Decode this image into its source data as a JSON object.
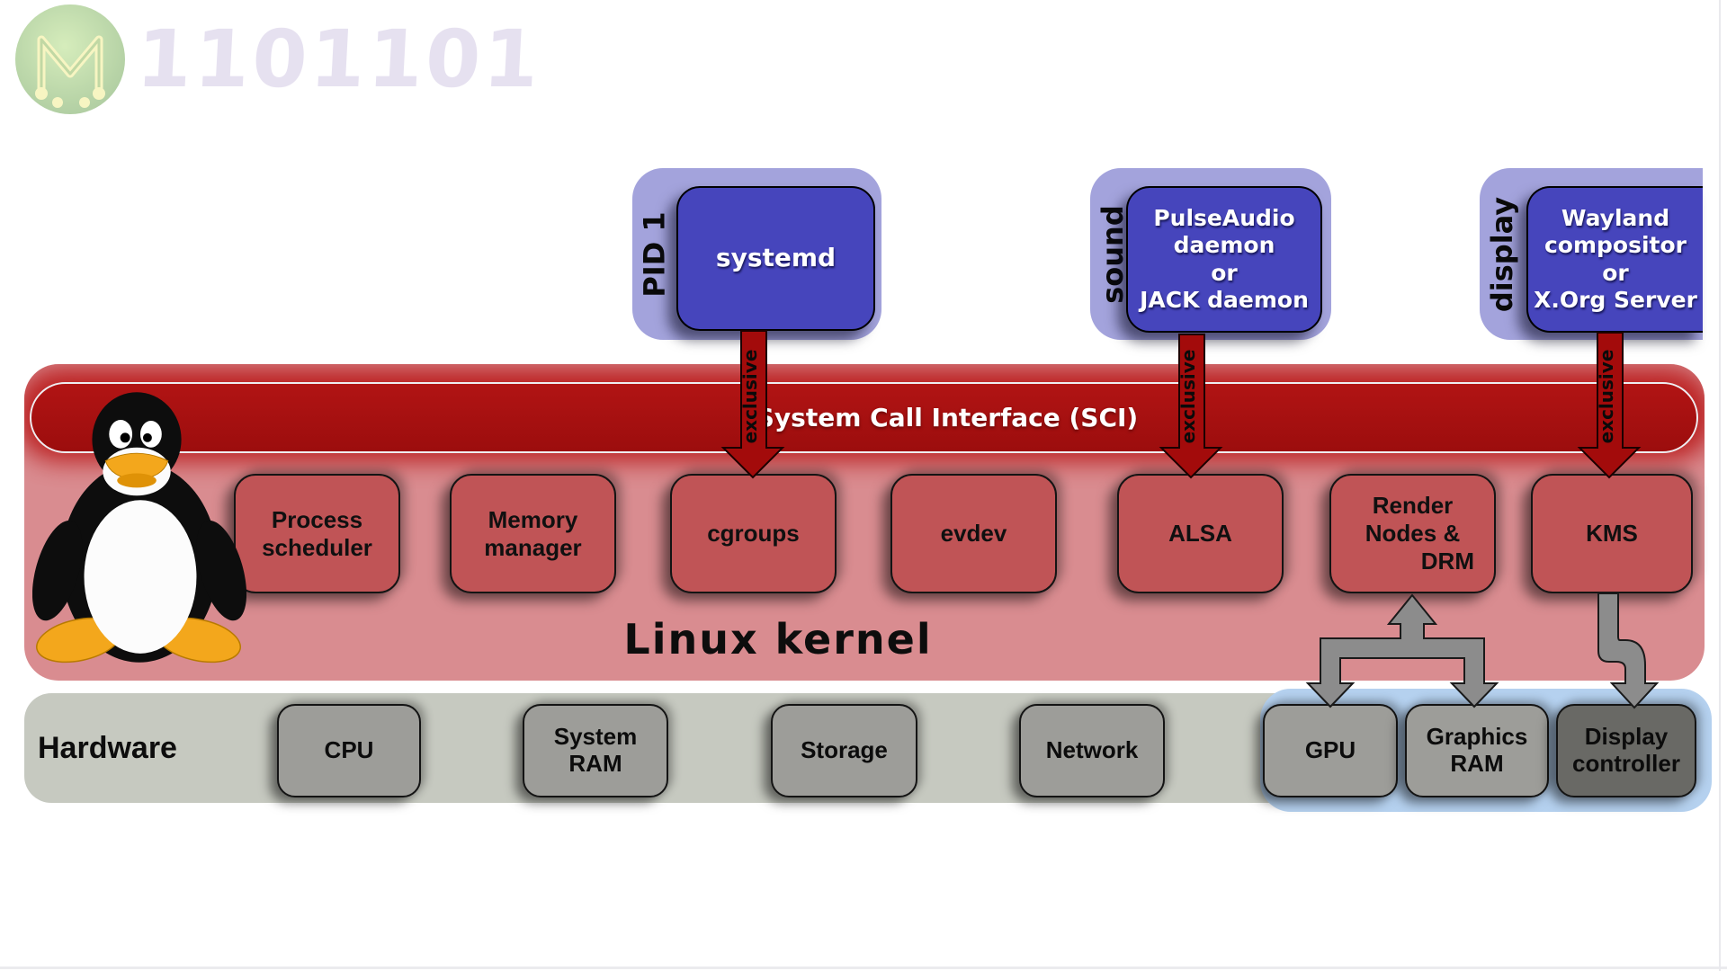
{
  "watermark": {
    "logo_letter": "M",
    "digits": "1101101"
  },
  "sci_label": "System Call Interface (SCI)",
  "exclusive_label": "exclusive",
  "top_groups": [
    {
      "side_label": "PID 1",
      "lines": [
        "systemd"
      ]
    },
    {
      "side_label": "sound",
      "lines": [
        "PulseAudio",
        "daemon",
        "or",
        "JACK daemon"
      ]
    },
    {
      "side_label": "display",
      "lines": [
        "Wayland",
        "compositor",
        "or",
        "X.Org Server"
      ]
    }
  ],
  "kernel": {
    "title": "Linux kernel",
    "boxes": [
      {
        "lines": [
          "Process",
          "scheduler"
        ]
      },
      {
        "lines": [
          "Memory",
          "manager"
        ]
      },
      {
        "lines": [
          "cgroups"
        ]
      },
      {
        "lines": [
          "evdev"
        ]
      },
      {
        "lines": [
          "ALSA"
        ]
      },
      {
        "lines": [
          "Render",
          "Nodes &",
          "DRM"
        ]
      },
      {
        "lines": [
          "KMS"
        ]
      }
    ]
  },
  "hardware": {
    "title": "Hardware",
    "boxes": [
      {
        "lines": [
          "CPU"
        ]
      },
      {
        "lines": [
          "System",
          "RAM"
        ]
      },
      {
        "lines": [
          "Storage"
        ]
      },
      {
        "lines": [
          "Network"
        ]
      },
      {
        "lines": [
          "GPU"
        ]
      },
      {
        "lines": [
          "Graphics",
          "RAM"
        ]
      },
      {
        "lines": [
          "Display",
          "controller"
        ]
      }
    ]
  },
  "icons": {
    "mascot": "tux-penguin",
    "watermark_logo": "m-circuit-logo"
  },
  "colors": {
    "group_outer": "#a3a3dc",
    "group_inner": "#4645bc",
    "sci_band": "#a81111",
    "kernel_panel": "#d98c90",
    "kernel_box": "#c05456",
    "hardware_band": "#c6c9c0",
    "hardware_box": "#9d9d99",
    "hardware_box_dark": "#696965",
    "hardware_highlight": "#b5d1ef",
    "red_arrow": "#a30b0b",
    "gray_arrow": "#8c8c8c"
  }
}
